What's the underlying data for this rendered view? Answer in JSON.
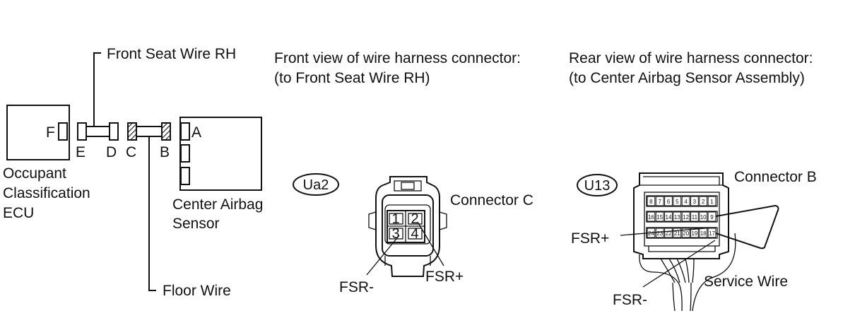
{
  "labels": {
    "front_seat_wire_rh": "Front Seat Wire RH",
    "floor_wire": "Floor Wire",
    "occupant_line1": "Occupant",
    "occupant_line2": "Classification",
    "occupant_line3": "ECU",
    "center_airbag_line1": "Center Airbag",
    "center_airbag_line2": "Sensor",
    "conn_F": "F",
    "conn_E": "E",
    "conn_D": "D",
    "conn_C": "C",
    "conn_B": "B",
    "conn_A": "A"
  },
  "front_view": {
    "title_line1": "Front view of wire harness connector:",
    "title_line2": "(to Front Seat Wire RH)",
    "code": "Ua2",
    "connector_label": "Connector C",
    "pins": [
      "1",
      "2",
      "3",
      "4"
    ],
    "fsr_minus": "FSR-",
    "fsr_plus": "FSR+"
  },
  "rear_view": {
    "title_line1": "Rear view of wire harness connector:",
    "title_line2": "(to Center Airbag Sensor Assembly)",
    "code": "U13",
    "connector_label": "Connector B",
    "row1": [
      "8",
      "7",
      "6",
      "5",
      "4",
      "3",
      "2",
      "1"
    ],
    "row2": [
      "16",
      "15",
      "14",
      "13",
      "12",
      "11",
      "10",
      "9"
    ],
    "row3": [
      "24",
      "23",
      "22",
      "21",
      "20",
      "19",
      "18",
      "17"
    ],
    "fsr_plus": "FSR+",
    "fsr_minus": "FSR-",
    "service_wire": "Service Wire"
  }
}
